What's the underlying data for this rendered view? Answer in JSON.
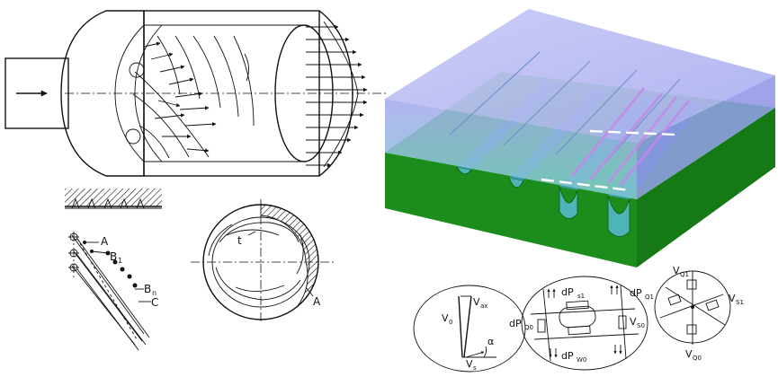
{
  "labels": {
    "stream_a": "A",
    "stream_b1": "B",
    "stream_b1_sub": "1",
    "stream_bn": "B",
    "stream_bn_sub": "n",
    "stream_c": "C",
    "section_t": "t",
    "section_a": "A",
    "v0": "V",
    "v0_sub": "0",
    "vax": "V",
    "vax_sub": "ax",
    "vs": "V",
    "vs_sub": "s",
    "alpha": "α",
    "dps1": "dP",
    "dps1_sub": "s1",
    "dpq1": "dP",
    "dpq1_sub": "Q1",
    "dpq0": "dP",
    "dpq0_sub": "Q0",
    "vs0": "V",
    "vs0_sub": "S0",
    "dpw0": "dP",
    "dpw0_sub": "W0",
    "vq1": "V",
    "vq1_sub": "Q1",
    "vs1": "V",
    "vs1_sub": "S1",
    "vq0": "V",
    "vq0_sub": "Q0"
  },
  "colors": {
    "ink": "#111111",
    "channel_cover": "#9aa2ee",
    "channel_cover_side": "#8c8fe0",
    "substrate_top": "#31c531",
    "substrate_side": "#1a8f1a",
    "groove_fill": "#4fb4b8",
    "strip_highlight": "#c08ae6"
  },
  "icons": {
    "flow_arrow": "arrowhead-icon"
  }
}
